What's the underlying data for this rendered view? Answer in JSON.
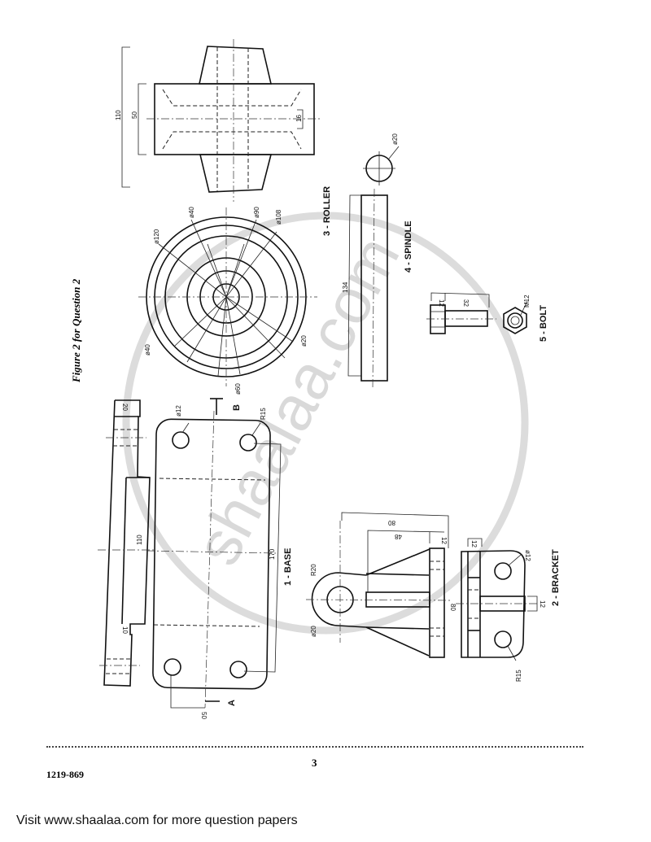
{
  "figure_title": "Figure 2 for Question 2",
  "parts": {
    "roller": {
      "label": "3 - ROLLER",
      "dims": {
        "overall_length": "110",
        "hub_length": "50",
        "bore": "16",
        "d120": "ø120",
        "d40a": "ø40",
        "d90": "ø90",
        "d108": "ø108",
        "d20": "ø20",
        "d40b": "ø40",
        "d60": "ø60"
      }
    },
    "spindle": {
      "label": "4 - SPINDLE",
      "dims": {
        "length": "134",
        "diameter": "ø20"
      }
    },
    "bolt": {
      "label": "5 - BOLT",
      "dims": {
        "head": "12",
        "shank": "32",
        "thread": "M12"
      }
    },
    "base": {
      "label": "1 - BASE",
      "dims": {
        "hole_dia": "ø12",
        "corner_radius": "R15",
        "length": "170",
        "slot": "110",
        "thickness_top": "20",
        "step": "10",
        "pitch": "50"
      },
      "section_a": "A",
      "section_b": "B"
    },
    "bracket": {
      "label": "2 - BRACKET",
      "dims": {
        "overall": "80",
        "web": "48",
        "plate": "12",
        "plate2": "12",
        "height": "80",
        "slot": "12",
        "r20": "R20",
        "d20": "ø20",
        "hole": "ø12",
        "r15": "R15"
      }
    }
  },
  "page": {
    "number": "3",
    "code": "1219-869"
  },
  "footer": {
    "text": "Visit www.shaalaa.com for more question papers"
  },
  "watermark": {
    "text": "shaalaa.com",
    "color": "#d9d9d9"
  }
}
